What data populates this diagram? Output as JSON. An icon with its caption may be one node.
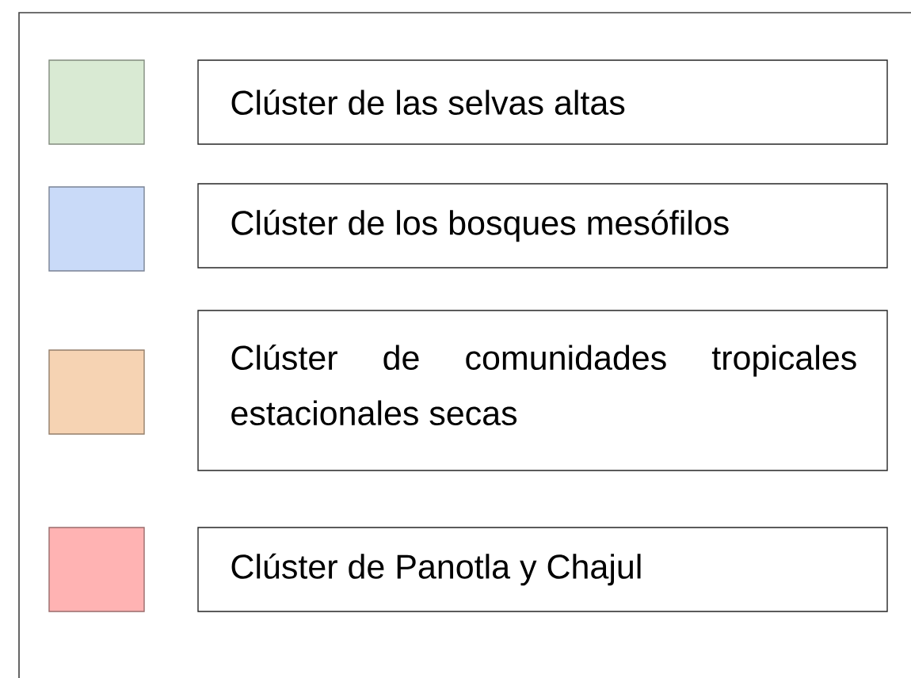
{
  "diagram": {
    "legend": [
      {
        "text": "Clúster de las selvas altas",
        "color": "#d9ead3"
      },
      {
        "text": "Clúster de los bosques mesófilos",
        "color": "#c9daf8"
      },
      {
        "text": "Clúster de comunidades tropicales estacionales secas",
        "color": "#f6d3b3"
      },
      {
        "text": "Clúster de Panotla y Chajul",
        "color": "#ffb3b3"
      }
    ]
  }
}
